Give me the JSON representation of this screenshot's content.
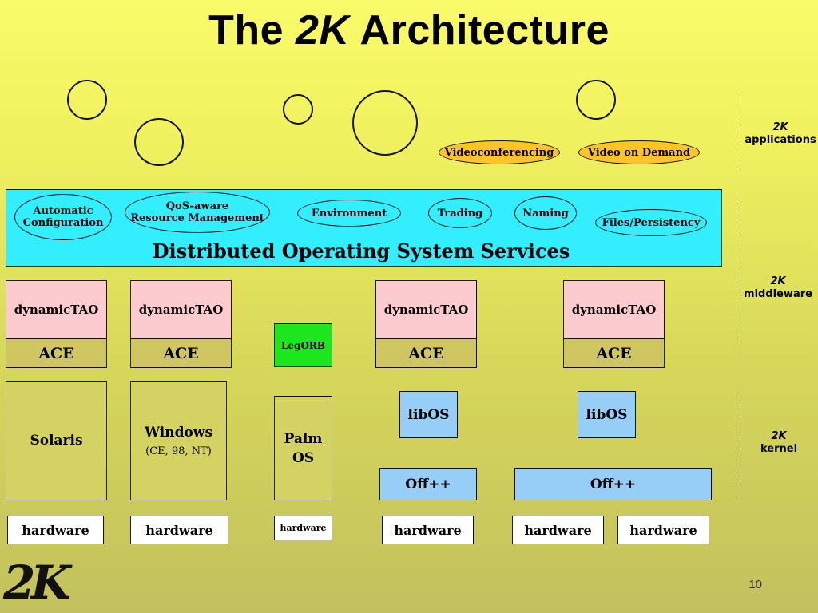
{
  "title": {
    "pre": "The",
    "k": "2K",
    "post": "Architecture"
  },
  "applications": [
    "Videoconferencing",
    "Video on Demand"
  ],
  "services": {
    "items": [
      "Automatic\nConfiguration",
      "QoS-aware\nResource Management",
      "Environment",
      "Trading",
      "Naming",
      "Files/Persistency"
    ],
    "label": "Distributed Operating System Services"
  },
  "middleware": {
    "orb": "dynamicTAO",
    "ace": "ACE",
    "legorb": "LegORB"
  },
  "os": {
    "solaris": "Solaris",
    "windows": "Windows",
    "windows_sub": "(CE, 98, NT)",
    "palm": "Palm\nOS",
    "libos": "libOS",
    "off": "Off++"
  },
  "hardware": "hardware",
  "side": {
    "k": "2K",
    "applications": "applications",
    "middleware": "middleware",
    "kernel": "kernel"
  },
  "page_number": "10",
  "logo": "2K",
  "colors": {
    "services": "#33eefe",
    "apps": "#ffc526",
    "orb": "#fccbd0",
    "legorb": "#1ee61e",
    "kernel": "#96cef8"
  }
}
